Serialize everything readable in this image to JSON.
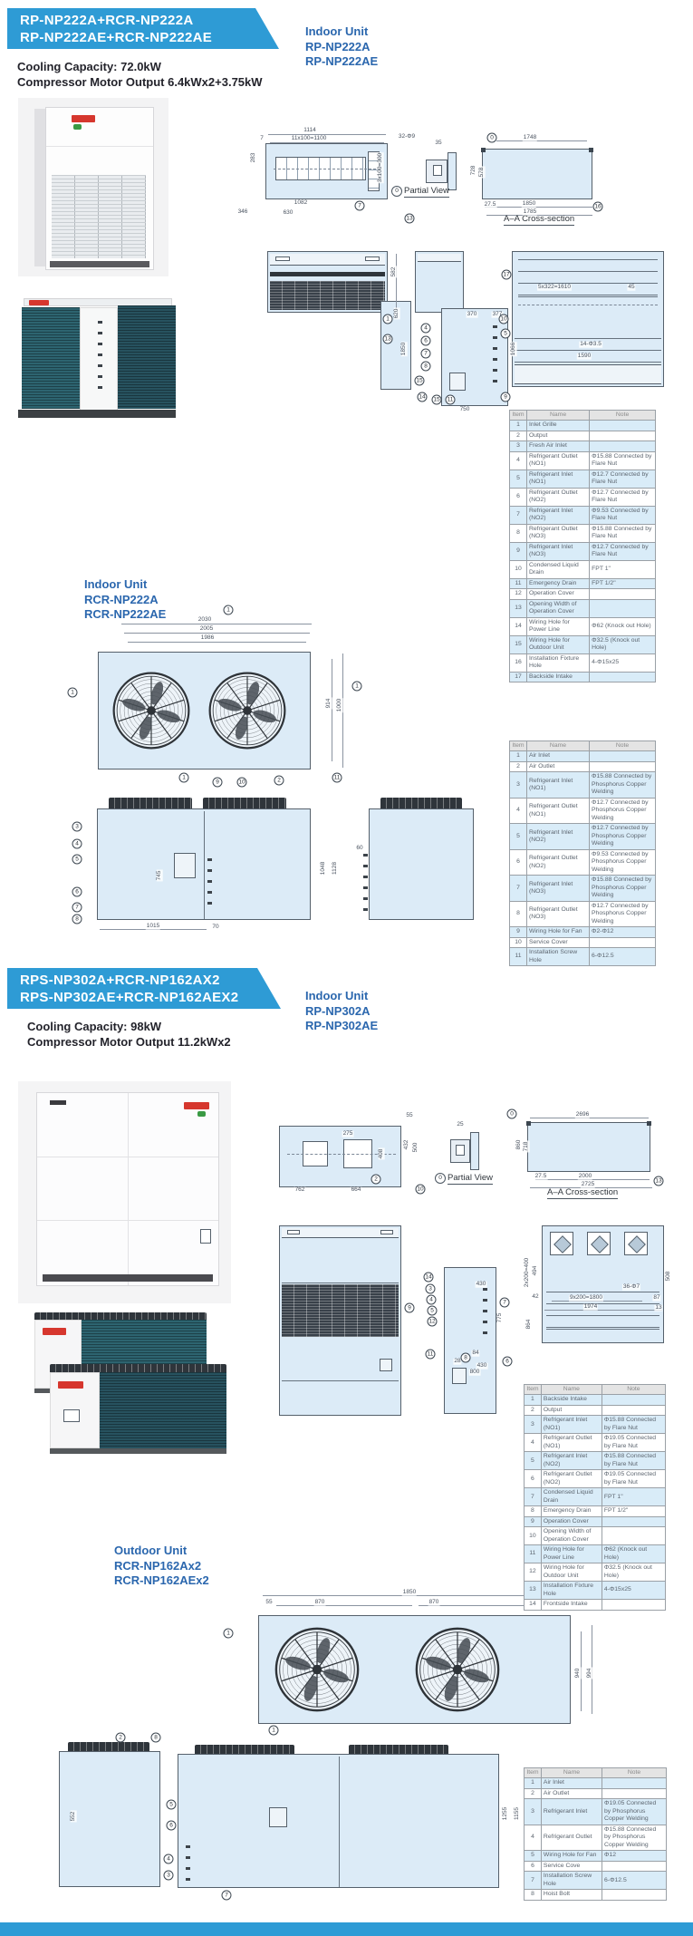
{
  "colors": {
    "banner": "#2e9bd5",
    "accent_text": "#2b67ae",
    "drawing_fill": "#dcebf7",
    "table_alt_row": "#d9ecf8",
    "coil_teal": "#2d6470",
    "logo_red": "#d6372e"
  },
  "banner1": {
    "line1": "RP-NP222A+RCR-NP222A",
    "line2": "RP-NP222AE+RCR-NP222AE"
  },
  "banner2": {
    "line1": "RPS-NP302A+RCR-NP162AX2",
    "line2": "RPS-NP302AE+RCR-NP162AEX2"
  },
  "specs1": {
    "line1": "Cooling Capacity: 72.0kW",
    "line2": "Compressor Motor Output 6.4kWx2+3.75kW"
  },
  "specs2": {
    "line1": "Cooling Capacity: 98kW",
    "line2": "Compressor Motor Output 11.2kWx2"
  },
  "unit_labels": {
    "indoor1": {
      "title": "Indoor Unit",
      "model1": "RP-NP222A",
      "model2": "RP-NP222AE"
    },
    "outdoor1": {
      "title": "Indoor Unit",
      "model1": "RCR-NP222A",
      "model2": "RCR-NP222AE"
    },
    "indoor2": {
      "title": "Indoor Unit",
      "model1": "RP-NP302A",
      "model2": "RP-NP302AE"
    },
    "outdoor2": {
      "title": "Outdoor Unit",
      "model1": "RCR-NP162Ax2",
      "model2": "RCR-NP162AEx2"
    }
  },
  "captions": {
    "num": "0",
    "partial": "Partial View",
    "cross": "A–A Cross-section"
  },
  "tables": {
    "headers": [
      "Item",
      "Name",
      "Note"
    ],
    "t1": [
      [
        "1",
        "Inlet Grille",
        ""
      ],
      [
        "2",
        "Output",
        ""
      ],
      [
        "3",
        "Fresh Air Inlet",
        ""
      ],
      [
        "4",
        "Refrigerant Outlet (NO1)",
        "Φ15.88 Connected by Flare Nut"
      ],
      [
        "5",
        "Refrigerant Inlet (NO1)",
        "Φ12.7 Connected by Flare Nut"
      ],
      [
        "6",
        "Refrigerant Outlet (NO2)",
        "Φ12.7 Connected by Flare Nut"
      ],
      [
        "7",
        "Refrigerant Inlet (NO2)",
        "Φ9.53 Connected by Flare Nut"
      ],
      [
        "8",
        "Refrigerant Outlet (NO3)",
        "Φ15.88 Connected by Flare Nut"
      ],
      [
        "9",
        "Refrigerant Inlet (NO3)",
        "Φ12.7 Connected by Flare Nut"
      ],
      [
        "10",
        "Condensed Liquid Drain",
        "FPT 1\""
      ],
      [
        "11",
        "Emergency Drain",
        "FPT 1/2\""
      ],
      [
        "12",
        "Operation Cover",
        ""
      ],
      [
        "13",
        "Opening Width of Operation Cover",
        ""
      ],
      [
        "14",
        "Wiring Hole for Power Line",
        "Φ62 (Knock out Hole)"
      ],
      [
        "15",
        "Wiring Hole for Outdoor Unit",
        "Φ32.5 (Knock out Hole)"
      ],
      [
        "16",
        "Installation Fixture Hole",
        "4-Φ15x25"
      ],
      [
        "17",
        "Backside Intake",
        ""
      ]
    ],
    "t2": [
      [
        "1",
        "Air Inlet",
        ""
      ],
      [
        "2",
        "Air Outlet",
        ""
      ],
      [
        "3",
        "Refrigerant Inlet (NO1)",
        "Φ15.88 Connected by Phosphorus Copper Welding"
      ],
      [
        "4",
        "Refrigerant Outlet (NO1)",
        "Φ12.7 Connected by Phosphorus Copper Welding"
      ],
      [
        "5",
        "Refrigerant Inlet (NO2)",
        "Φ12.7 Connected by Phosphorus Copper Welding"
      ],
      [
        "6",
        "Refrigerant Outlet (NO2)",
        "Φ9.53 Connected by Phosphorus Copper Welding"
      ],
      [
        "7",
        "Refrigerant Inlet (NO3)",
        "Φ15.88 Connected by Phosphorus Copper Welding"
      ],
      [
        "8",
        "Refrigerant Outlet (NO3)",
        "Φ12.7 Connected by Phosphorus Copper Welding"
      ],
      [
        "9",
        "Wiring Hole for Fan",
        "Φ2-Φ12"
      ],
      [
        "10",
        "Service Cover",
        ""
      ],
      [
        "11",
        "Installation Screw Hole",
        "6-Φ12.5"
      ]
    ],
    "t3": [
      [
        "1",
        "Backside Intake",
        ""
      ],
      [
        "2",
        "Output",
        ""
      ],
      [
        "3",
        "Refrigerant Inlet (NO1)",
        "Φ15.88 Connected by Flare Nut"
      ],
      [
        "4",
        "Refrigerant Outlet (NO1)",
        "Φ19.05 Connected by Flare Nut"
      ],
      [
        "5",
        "Refrigerant Inlet (NO2)",
        "Φ15.88 Connected by Flare Nut"
      ],
      [
        "6",
        "Refrigerant Outlet (NO2)",
        "Φ19.05 Connected by Flare Nut"
      ],
      [
        "7",
        "Condensed Liquid Drain",
        "FPT 1\""
      ],
      [
        "8",
        "Emergency Drain",
        "FPT 1/2\""
      ],
      [
        "9",
        "Operation Cover",
        ""
      ],
      [
        "10",
        "Opening Width of Operation Cover",
        ""
      ],
      [
        "11",
        "Wiring Hole for Power Line",
        "Φ62 (Knock out Hole)"
      ],
      [
        "12",
        "Wiring Hole for Outdoor Unit",
        "Φ32.5 (Knock out Hole)"
      ],
      [
        "13",
        "Installation Fixture Hole",
        "4-Φ15x25"
      ],
      [
        "14",
        "Frontside Intake",
        ""
      ]
    ],
    "t4": [
      [
        "1",
        "Air Inlet",
        ""
      ],
      [
        "2",
        "Air Outlet",
        ""
      ],
      [
        "3",
        "Refrigerant Inlet",
        "Φ19.05 Connected by Phosphorus Copper Welding"
      ],
      [
        "4",
        "Refrigerant Outlet",
        "Φ15.88 Connected by Phosphorus Copper Welding"
      ],
      [
        "5",
        "Wiring Hole for Fan",
        "Φ12"
      ],
      [
        "6",
        "Service Cove",
        ""
      ],
      [
        "7",
        "Installation Screw Hole",
        "6-Φ12.5"
      ],
      [
        "8",
        "Hoist Bolt",
        ""
      ]
    ]
  },
  "dims": [
    [
      "1114",
      342,
      144
    ],
    [
      "11x100=1100",
      341,
      153
    ],
    [
      "7",
      289,
      153
    ],
    [
      "32-Φ9",
      449,
      151
    ],
    [
      "283",
      280,
      174,
      1
    ],
    [
      "3x100=300",
      420,
      185,
      1
    ],
    [
      "346",
      268,
      234
    ],
    [
      "630",
      318,
      235
    ],
    [
      "1082",
      332,
      224
    ],
    [
      "35",
      484,
      158
    ],
    [
      "1748",
      585,
      152
    ],
    [
      "728",
      523,
      188,
      1
    ],
    [
      "578",
      532,
      190,
      1
    ],
    [
      "27.5",
      541,
      226
    ],
    [
      "1850",
      584,
      225
    ],
    [
      "1785",
      585,
      234
    ],
    [
      "582",
      435,
      300,
      1
    ],
    [
      "5x322=1610",
      612,
      317
    ],
    [
      "45",
      697,
      317
    ],
    [
      "14-Φ3.5",
      652,
      380
    ],
    [
      "1590",
      645,
      393
    ],
    [
      "620",
      438,
      346,
      1
    ],
    [
      "1850",
      446,
      385,
      1
    ],
    [
      "370",
      521,
      347
    ],
    [
      "377",
      549,
      347
    ],
    [
      "1066",
      567,
      385,
      1
    ],
    [
      "750",
      513,
      452
    ],
    [
      "2030",
      226,
      684
    ],
    [
      "2005",
      228,
      694
    ],
    [
      "1986",
      229,
      704
    ],
    [
      "914",
      363,
      776,
      1
    ],
    [
      "1000",
      375,
      778,
      1
    ],
    [
      "745",
      176,
      966,
      1
    ],
    [
      "1015",
      169,
      1022
    ],
    [
      "70",
      238,
      1023
    ],
    [
      "1048",
      357,
      958,
      1
    ],
    [
      "1128",
      370,
      958,
      1
    ],
    [
      "60",
      397,
      936
    ],
    [
      "275",
      384,
      1251
    ],
    [
      "408",
      421,
      1273,
      1
    ],
    [
      "432",
      449,
      1263,
      1
    ],
    [
      "500",
      459,
      1266,
      1
    ],
    [
      "55",
      452,
      1231
    ],
    [
      "762",
      331,
      1313
    ],
    [
      "664",
      393,
      1313
    ],
    [
      "25",
      508,
      1241
    ],
    [
      "2696",
      643,
      1230
    ],
    [
      "860",
      573,
      1263,
      1
    ],
    [
      "718",
      581,
      1265,
      1
    ],
    [
      "27.5",
      597,
      1298
    ],
    [
      "2000",
      646,
      1298
    ],
    [
      "2725",
      649,
      1307
    ],
    [
      "430",
      531,
      1417
    ],
    [
      "775",
      552,
      1454,
      1
    ],
    [
      "84",
      525,
      1493
    ],
    [
      "28",
      505,
      1502
    ],
    [
      "430",
      532,
      1507
    ],
    [
      "800",
      524,
      1514
    ],
    [
      "494",
      591,
      1402,
      1
    ],
    [
      "2x200=400",
      582,
      1404,
      1
    ],
    [
      "42",
      591,
      1431
    ],
    [
      "9x200=1800",
      647,
      1432
    ],
    [
      "1974",
      652,
      1442
    ],
    [
      "87",
      725,
      1432
    ],
    [
      "13",
      727,
      1443
    ],
    [
      "36-Φ7",
      697,
      1420
    ],
    [
      "864",
      584,
      1461,
      1
    ],
    [
      "508",
      738,
      1408,
      1
    ],
    [
      "1850",
      452,
      1757
    ],
    [
      "55",
      297,
      1768
    ],
    [
      "870",
      353,
      1768
    ],
    [
      "870",
      479,
      1768
    ],
    [
      "940",
      638,
      1846,
      1
    ],
    [
      "994",
      651,
      1846,
      1
    ],
    [
      "552",
      81,
      2004,
      1
    ],
    [
      "1255",
      558,
      2001,
      1
    ],
    [
      "1155",
      571,
      2001,
      1
    ]
  ],
  "callouts": [
    [
      "7",
      397,
      227
    ],
    [
      "13",
      452,
      241
    ],
    [
      "0",
      543,
      152
    ],
    [
      "16",
      660,
      228
    ],
    [
      "17",
      559,
      303
    ],
    [
      "1",
      428,
      352
    ],
    [
      "13",
      428,
      374
    ],
    [
      "4",
      470,
      362
    ],
    [
      "6",
      470,
      376
    ],
    [
      "7",
      470,
      390
    ],
    [
      "8",
      470,
      404
    ],
    [
      "15",
      463,
      420
    ],
    [
      "14",
      466,
      438
    ],
    [
      "15",
      482,
      441
    ],
    [
      "11",
      497,
      441
    ],
    [
      "10",
      556,
      352
    ],
    [
      "5",
      558,
      368
    ],
    [
      "9",
      558,
      438
    ],
    [
      "1",
      252,
      673
    ],
    [
      "1",
      80,
      764
    ],
    [
      "1",
      394,
      757
    ],
    [
      "1",
      203,
      858
    ],
    [
      "9",
      240,
      863
    ],
    [
      "10",
      267,
      863
    ],
    [
      "2",
      308,
      861
    ],
    [
      "11",
      372,
      858
    ],
    [
      "3",
      85,
      912
    ],
    [
      "4",
      85,
      931
    ],
    [
      "5",
      85,
      948
    ],
    [
      "6",
      85,
      984
    ],
    [
      "7",
      85,
      1001
    ],
    [
      "8",
      85,
      1014
    ],
    [
      "2",
      415,
      1301
    ],
    [
      "10",
      464,
      1312
    ],
    [
      "0",
      565,
      1229
    ],
    [
      "13",
      727,
      1303
    ],
    [
      "9",
      452,
      1443
    ],
    [
      "14",
      473,
      1409
    ],
    [
      "3",
      475,
      1422
    ],
    [
      "4",
      476,
      1434
    ],
    [
      "5",
      477,
      1446
    ],
    [
      "12",
      477,
      1458
    ],
    [
      "11",
      475,
      1494
    ],
    [
      "8",
      514,
      1498
    ],
    [
      "6",
      560,
      1502
    ],
    [
      "7",
      557,
      1437
    ],
    [
      "1",
      650,
      1731
    ],
    [
      "1",
      252,
      1802
    ],
    [
      "1",
      302,
      1909
    ],
    [
      "2",
      133,
      1917
    ],
    [
      "8",
      172,
      1917
    ],
    [
      "5",
      189,
      1991
    ],
    [
      "6",
      189,
      2014
    ],
    [
      "4",
      186,
      2051
    ],
    [
      "3",
      186,
      2069
    ],
    [
      "7",
      250,
      2091
    ]
  ],
  "lines": [
    [
      134,
      688,
      210
    ],
    [
      137,
      698,
      205
    ],
    [
      141,
      708,
      197
    ],
    [
      296,
      148,
      130
    ],
    [
      298,
      157,
      126
    ],
    [
      548,
      155,
      100
    ],
    [
      535,
      228,
      119
    ],
    [
      537,
      237,
      117
    ],
    [
      290,
      1760,
      338
    ],
    [
      305,
      1771,
      150
    ],
    [
      462,
      1771,
      152
    ],
    [
      585,
      1233,
      131
    ],
    [
      591,
      1301,
      126
    ],
    [
      585,
      1310,
      135
    ],
    [
      609,
      1435,
      100
    ],
    [
      601,
      1445,
      130
    ],
    [
      110,
      1025,
      118
    ],
    [
      366,
      727,
      113,
      1
    ],
    [
      378,
      721,
      126,
      1
    ],
    [
      437,
      280,
      62,
      1
    ],
    [
      641,
      1800,
      88,
      1
    ],
    [
      653,
      1793,
      98,
      1
    ]
  ]
}
